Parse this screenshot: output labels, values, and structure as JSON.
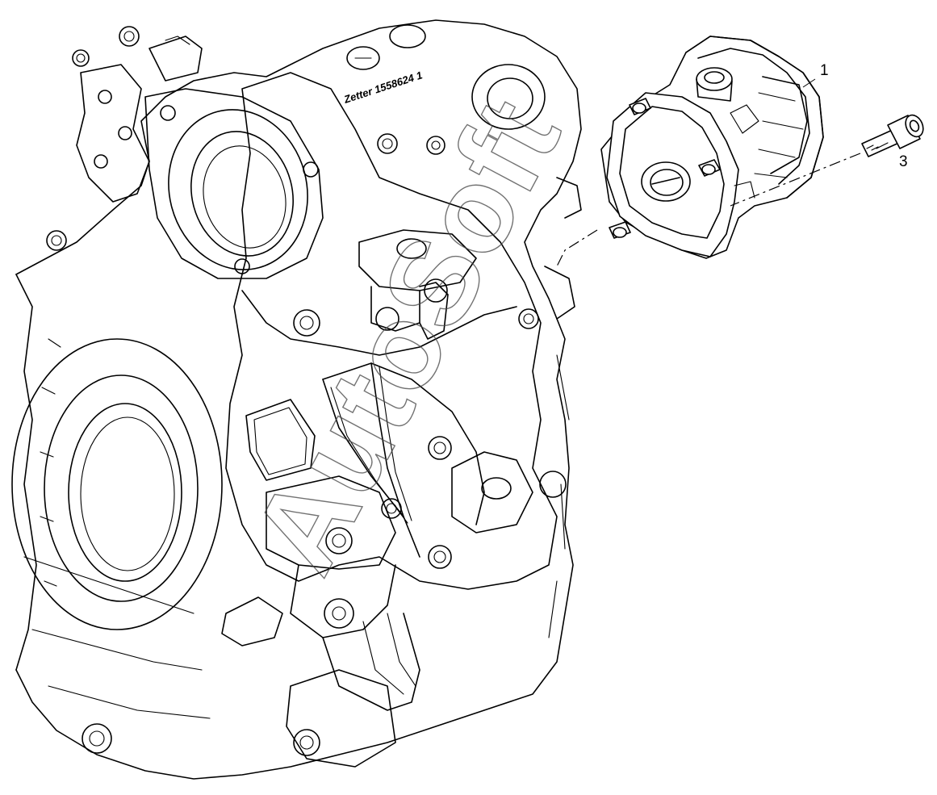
{
  "callouts": {
    "pump_number": "1",
    "bolt_number": "3"
  },
  "casting_marking": "Zetter 1558624 1",
  "watermark": "AutoSoft",
  "colors": {
    "line": "#000000",
    "background": "#ffffff"
  }
}
